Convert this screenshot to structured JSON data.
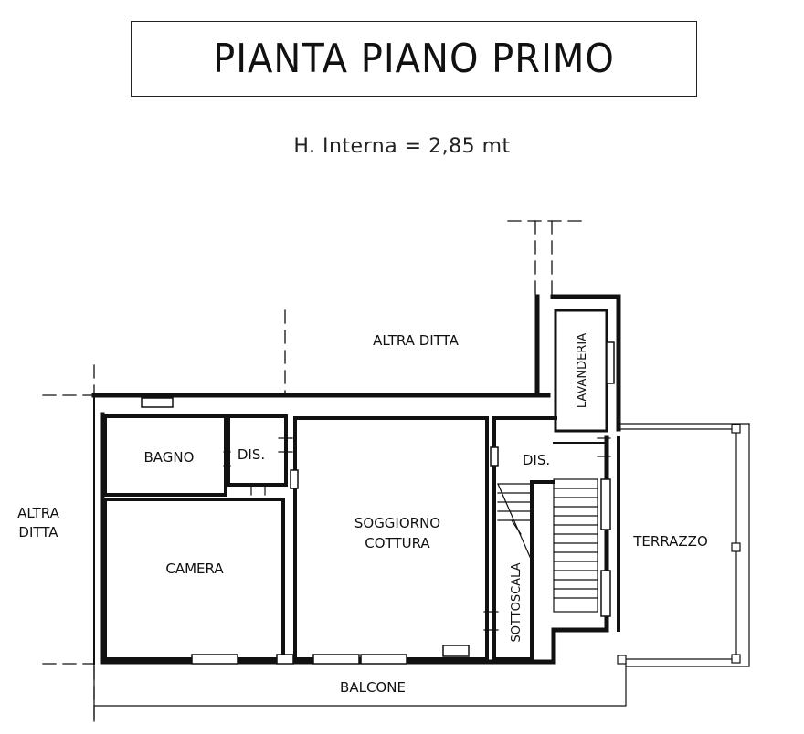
{
  "title": "PIANTA PIANO PRIMO",
  "subtitle": "H. Interna = 2,85 mt",
  "rooms": {
    "bagno": "BAGNO",
    "dis_left": "DIS.",
    "camera": "CAMERA",
    "soggiorno_line1": "SOGGIORNO",
    "soggiorno_line2": "COTTURA",
    "dis_right": "DIS.",
    "sottoscala": "SOTTOSCALA",
    "lavanderia": "LAVANDERIA",
    "terrazzo": "TERRAZZO",
    "balcone": "BALCONE"
  },
  "neighbors": {
    "top": "ALTRA DITTA",
    "left_line1": "ALTRA",
    "left_line2": "DITTA"
  }
}
